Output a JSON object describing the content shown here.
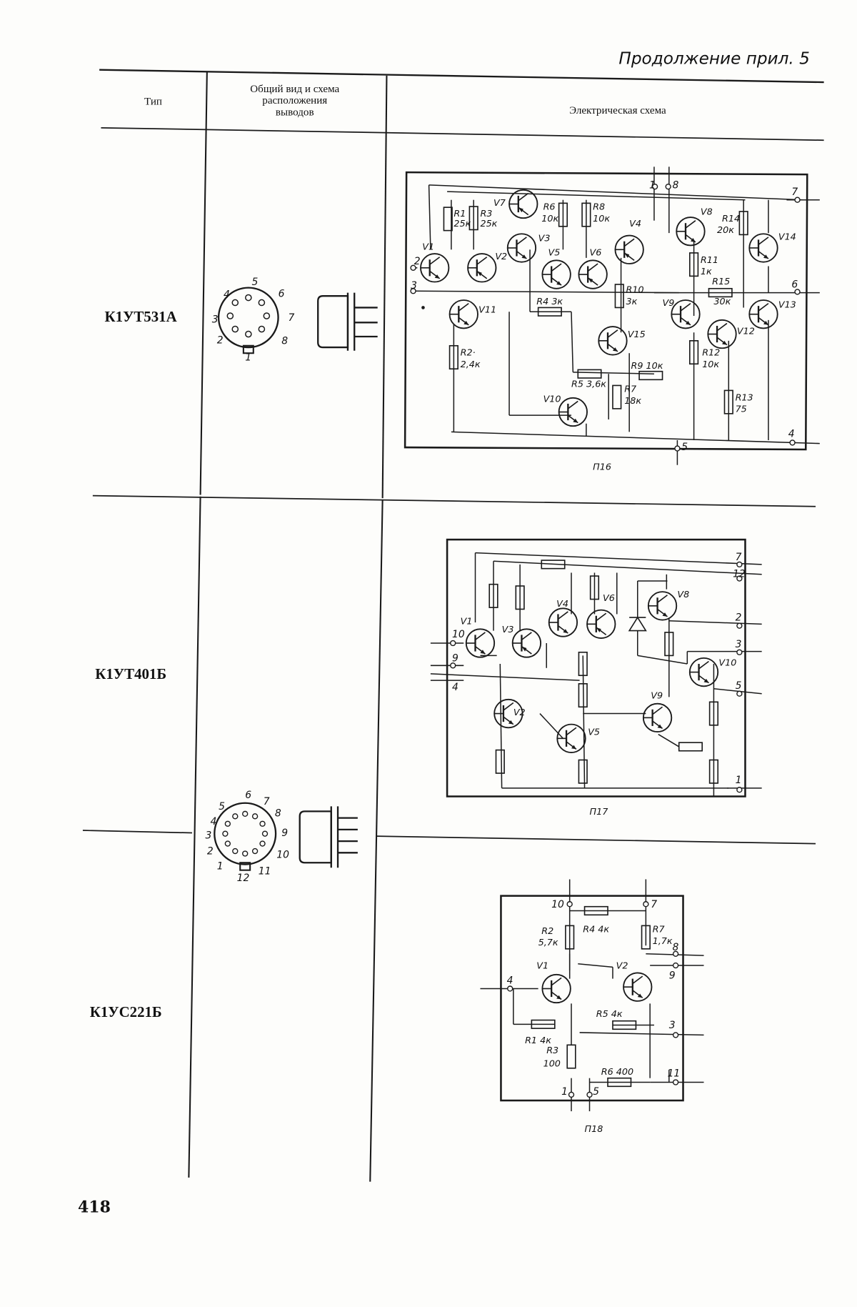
{
  "running_header": "Продолжение прил. 5",
  "table": {
    "headers": {
      "type": "Тип",
      "view_l1": "Общий вид и схема",
      "view_l2": "расположения",
      "view_l3": "выводов",
      "schematic": "Электрическая схема"
    },
    "rows": [
      {
        "type": "К1УТ531А",
        "figure": "П16",
        "package_pins": [
          "1",
          "2",
          "3",
          "4",
          "5",
          "6",
          "7",
          "8"
        ],
        "pin_labels": [
          "1",
          "2",
          "3",
          "4",
          "5",
          "6",
          "7",
          "8"
        ],
        "components": {
          "V1": "V1",
          "V2": "V2",
          "V3": "V3",
          "V4": "V4",
          "V5": "V5",
          "V6": "V6",
          "V7": "V7",
          "V8": "V8",
          "V9": "V9",
          "V10": "V10",
          "V11": "V11",
          "V12": "V12",
          "V13": "V13",
          "V14": "V14",
          "V15": "V15",
          "R1": "R1",
          "R1v": "25к",
          "R2": "R2·",
          "R2v": "2,4к",
          "R3": "R3",
          "R3v": "25к",
          "R4": "R4 3к",
          "R5": "R5 3,6к",
          "R6": "R6",
          "R6v": "10к",
          "R7": "R7",
          "R7v": "18к",
          "R8": "R8",
          "R8v": "10к",
          "R9": "R9 10к",
          "R10": "R10",
          "R10v": "3к",
          "R11": "R11",
          "R11v": "1к",
          "R12": "R12",
          "R12v": "10к",
          "R13": "R13",
          "R13v": "75",
          "R14": "R14",
          "R14v": "20к",
          "R15": "R15",
          "R15v": "30к"
        }
      },
      {
        "type": "К1УТ401Б",
        "figure": "П17",
        "pin_labels": [
          "7",
          "12",
          "2",
          "3",
          "5",
          "1",
          "10",
          "9",
          "4"
        ],
        "components": {
          "V1": "V1",
          "V2": "V2",
          "V3": "V3",
          "V4": "V4",
          "V5": "V5",
          "V6": "V6",
          "V8": "V8",
          "V9": "V9",
          "V10": "V10"
        }
      },
      {
        "type": "К1УС221Б",
        "figure": "П18",
        "package_pins": [
          "1",
          "2",
          "3",
          "4",
          "5",
          "6",
          "7",
          "8",
          "9",
          "10",
          "11",
          "12"
        ],
        "pin_labels": [
          "10",
          "7",
          "8",
          "9",
          "4",
          "3",
          "11",
          "1",
          "5"
        ],
        "components": {
          "V1": "V1",
          "V2": "V2",
          "R1": "R1 4к",
          "R2": "R2",
          "R2v": "5,7к",
          "R3": "R3",
          "R3v": "100",
          "R4": "R4 4к",
          "R5": "R5 4к",
          "R6": "R6 400",
          "R7": "R7",
          "R7v": "1,7к"
        }
      }
    ]
  },
  "page_number": "418"
}
